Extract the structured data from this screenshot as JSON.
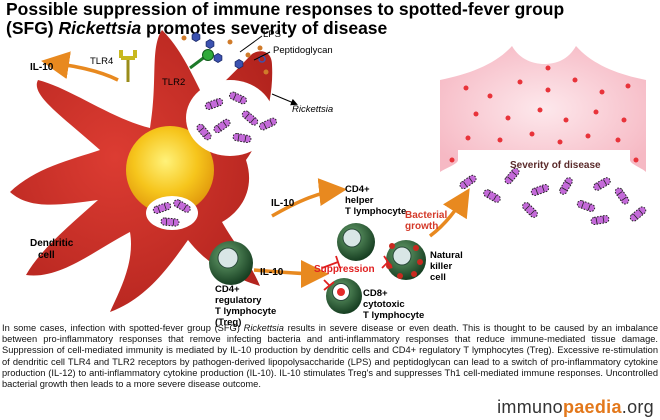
{
  "title": {
    "line1": "Possible suppression of immune responses to spotted-fever group",
    "line2_pre": "(SFG) ",
    "line2_em": "Rickettsia",
    "line2_post": " promotes severity of disease"
  },
  "labels": {
    "il10_top": "IL-10",
    "tlr4": "TLR4",
    "tlr2": "TLR2",
    "lps": "LPS",
    "peptidoglycan": "Peptidoglycan",
    "rickettsia": "Rickettsia",
    "severity": "Severity of disease",
    "il10_cd4": "IL-10",
    "cd4_helper_1": "CD4+",
    "cd4_helper_2": "helper",
    "cd4_helper_3": "T lymphocyte",
    "bacterial_1": "Bacterial",
    "bacterial_2": "growth",
    "dendritic_1": "Dendritic",
    "dendritic_2": "cell",
    "il10_treg": "IL-10",
    "suppression": "Suppression",
    "nk_1": "Natural",
    "nk_2": "killer",
    "nk_3": "cell",
    "treg_1": "CD4+",
    "treg_2": "regulatory",
    "treg_3": "T lymphocyte",
    "treg_4": "(Treg)",
    "cd8_1": "CD8+",
    "cd8_2": "cytotoxic",
    "cd8_3": "T lymphocyte"
  },
  "caption": {
    "part1": "In some cases, infection with spotted-fever group (SFG) ",
    "em": "Rickettsia",
    "part2": " results in severe disease or even death. This is thought to be caused by an imbalance between pro-inflammatory responses that remove infecting bacteria and anti-inflammatory responses that reduce immune-mediated tissue damage. Suppression of cell-mediated immunity is mediated by IL-10 production by dendritic cells and CD4+ regulatory T lymphocytes (Treg). Excessive re-stimulation of dendritic cell TLR4 and TLR2 receptors by pathogen-derived lipopolysaccharide (LPS) and peptidoglycan can lead to a switch of pro-inflammatory cytokine production (IL-12) to anti-inflammatory cytokine production (IL-10). IL-10 stimulates Treg's and suppresses Th1 cell-mediated immune responses. Uncontrolled bacterial growth then leads to a more severe disease outcome."
  },
  "logo": {
    "pre": "immuno",
    "highlight": "paedia",
    "post": ".org"
  },
  "colors": {
    "dendritic": "#c8302a",
    "nucleus": "#f2b10e",
    "bacterium": "#c46ad9",
    "arrow": "#e8891f",
    "suppression": "#e02020",
    "body_skin": "#f7c8d0",
    "cell_green": "#1c5a2c"
  }
}
